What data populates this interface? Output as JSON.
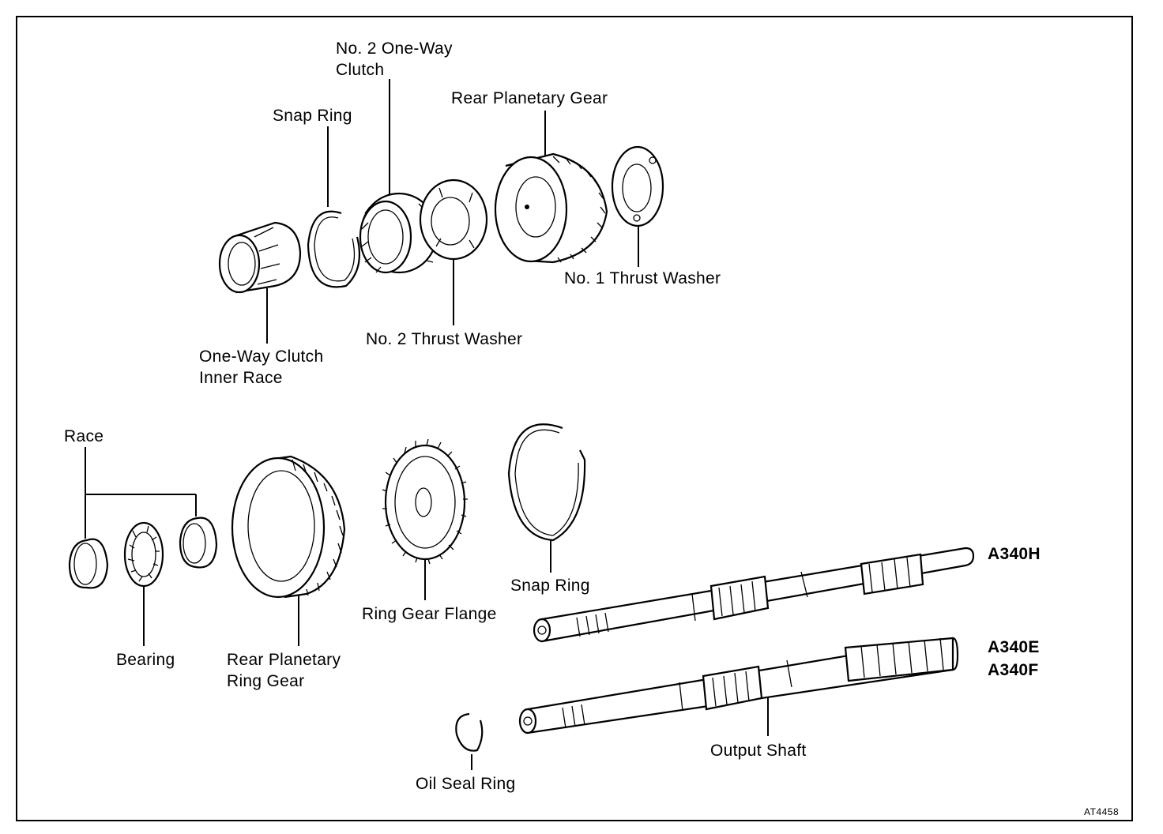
{
  "labels": {
    "no2_one_way_clutch": "No. 2 One-Way\nClutch",
    "snap_ring_top": "Snap Ring",
    "rear_planetary_gear": "Rear Planetary Gear",
    "no1_thrust_washer": "No. 1 Thrust Washer",
    "no2_thrust_washer": "No. 2 Thrust Washer",
    "one_way_clutch_inner_race": "One-Way Clutch\nInner Race",
    "race": "Race",
    "bearing": "Bearing",
    "rear_planetary_ring_gear": "Rear Planetary\nRing Gear",
    "ring_gear_flange": "Ring Gear Flange",
    "snap_ring_bottom": "Snap Ring",
    "output_shaft": "Output Shaft",
    "oil_seal_ring": "Oil Seal Ring"
  },
  "models": {
    "a340h": "A340H",
    "a340e": "A340E",
    "a340f": "A340F"
  },
  "figure_code": "AT4458"
}
